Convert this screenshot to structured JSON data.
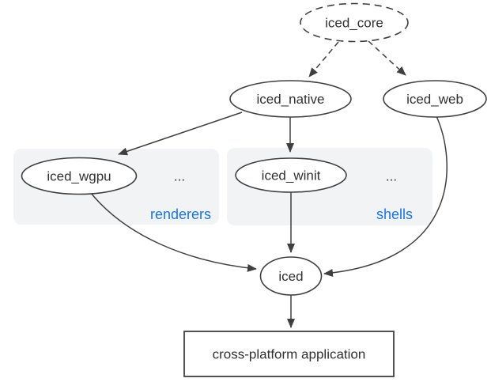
{
  "diagram": {
    "type": "dependency-graph",
    "nodes": {
      "iced_core": {
        "label": "iced_core",
        "shape": "ellipse",
        "style": "dashed"
      },
      "iced_native": {
        "label": "iced_native",
        "shape": "ellipse",
        "style": "solid"
      },
      "iced_web": {
        "label": "iced_web",
        "shape": "ellipse",
        "style": "solid"
      },
      "iced_wgpu": {
        "label": "iced_wgpu",
        "shape": "ellipse",
        "style": "solid"
      },
      "iced_winit": {
        "label": "iced_winit",
        "shape": "ellipse",
        "style": "solid"
      },
      "iced": {
        "label": "iced",
        "shape": "ellipse",
        "style": "solid"
      },
      "application": {
        "label": "cross-platform application",
        "shape": "rectangle",
        "style": "solid"
      }
    },
    "groups": {
      "renderers": {
        "label": "renderers",
        "ellipsis": "...",
        "members": [
          "iced_wgpu"
        ]
      },
      "shells": {
        "label": "shells",
        "ellipsis": "...",
        "members": [
          "iced_winit"
        ]
      }
    },
    "edges": [
      {
        "from": "iced_core",
        "to": "iced_native",
        "style": "dashed"
      },
      {
        "from": "iced_core",
        "to": "iced_web",
        "style": "dashed"
      },
      {
        "from": "iced_native",
        "to": "iced_wgpu",
        "style": "solid"
      },
      {
        "from": "iced_native",
        "to": "iced_winit",
        "style": "solid"
      },
      {
        "from": "iced_wgpu",
        "to": "iced",
        "style": "solid"
      },
      {
        "from": "iced_winit",
        "to": "iced",
        "style": "solid"
      },
      {
        "from": "iced_web",
        "to": "iced",
        "style": "solid"
      },
      {
        "from": "iced",
        "to": "application",
        "style": "solid"
      }
    ],
    "colors": {
      "group_label": "#1a73e8",
      "stroke": "#3f3f3f",
      "text": "#303030",
      "group_fill": "#f2f3f5",
      "node_fill": "#ffffff",
      "background": "#ffffff"
    }
  }
}
